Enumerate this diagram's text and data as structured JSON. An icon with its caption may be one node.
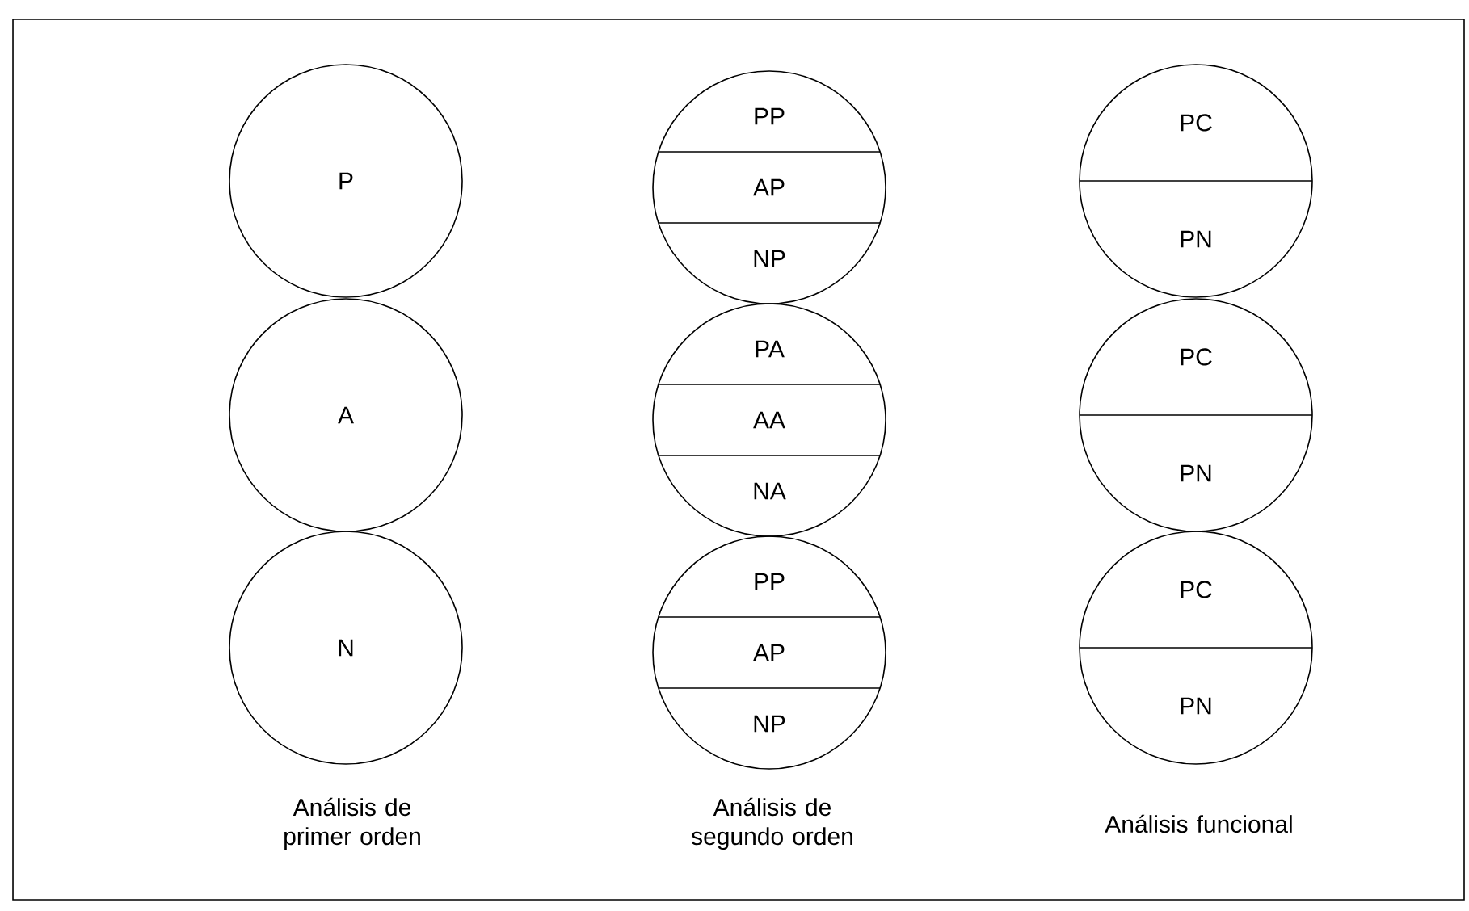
{
  "diagram": {
    "nodes": [
      {
        "text": [
          "P"
        ]
      },
      {
        "text": [
          "A"
        ]
      },
      {
        "text": [
          "N"
        ]
      },
      {
        "text": [
          "PP",
          "AP",
          "NP"
        ]
      },
      {
        "text": [
          "PA",
          "AA",
          "NA"
        ]
      },
      {
        "text": [
          "PP",
          "AP",
          "NP"
        ]
      },
      {
        "text": [
          "PC",
          "PN"
        ]
      },
      {
        "text": [
          "PC",
          "PN"
        ]
      },
      {
        "text": [
          "PC",
          "PN"
        ]
      }
    ],
    "labels": [
      "Análisis de primer orden",
      "Análisis de segundo orden",
      "Análisis funcional"
    ]
  }
}
